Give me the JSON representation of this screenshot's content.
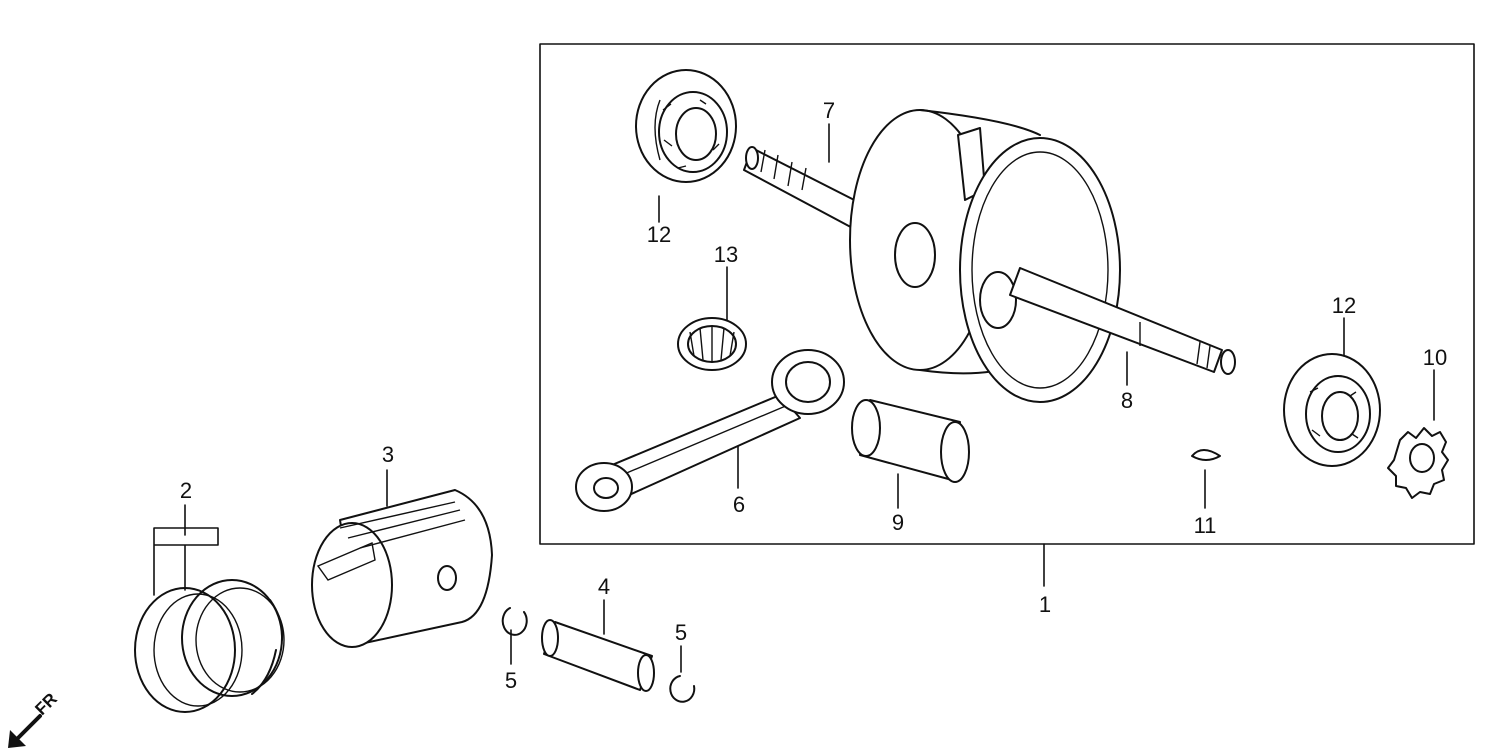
{
  "labels": {
    "p1": "1",
    "p2": "2",
    "p3": "3",
    "p4": "4",
    "p5a": "5",
    "p5b": "5",
    "p6": "6",
    "p7": "7",
    "p8": "8",
    "p9": "9",
    "p10": "10",
    "p11": "11",
    "p12a": "12",
    "p12b": "12",
    "p13": "13"
  },
  "direction": {
    "text": "FR",
    "icon": "arrow-down-left-icon"
  },
  "colors": {
    "line": "#111111",
    "background": "#ffffff"
  }
}
